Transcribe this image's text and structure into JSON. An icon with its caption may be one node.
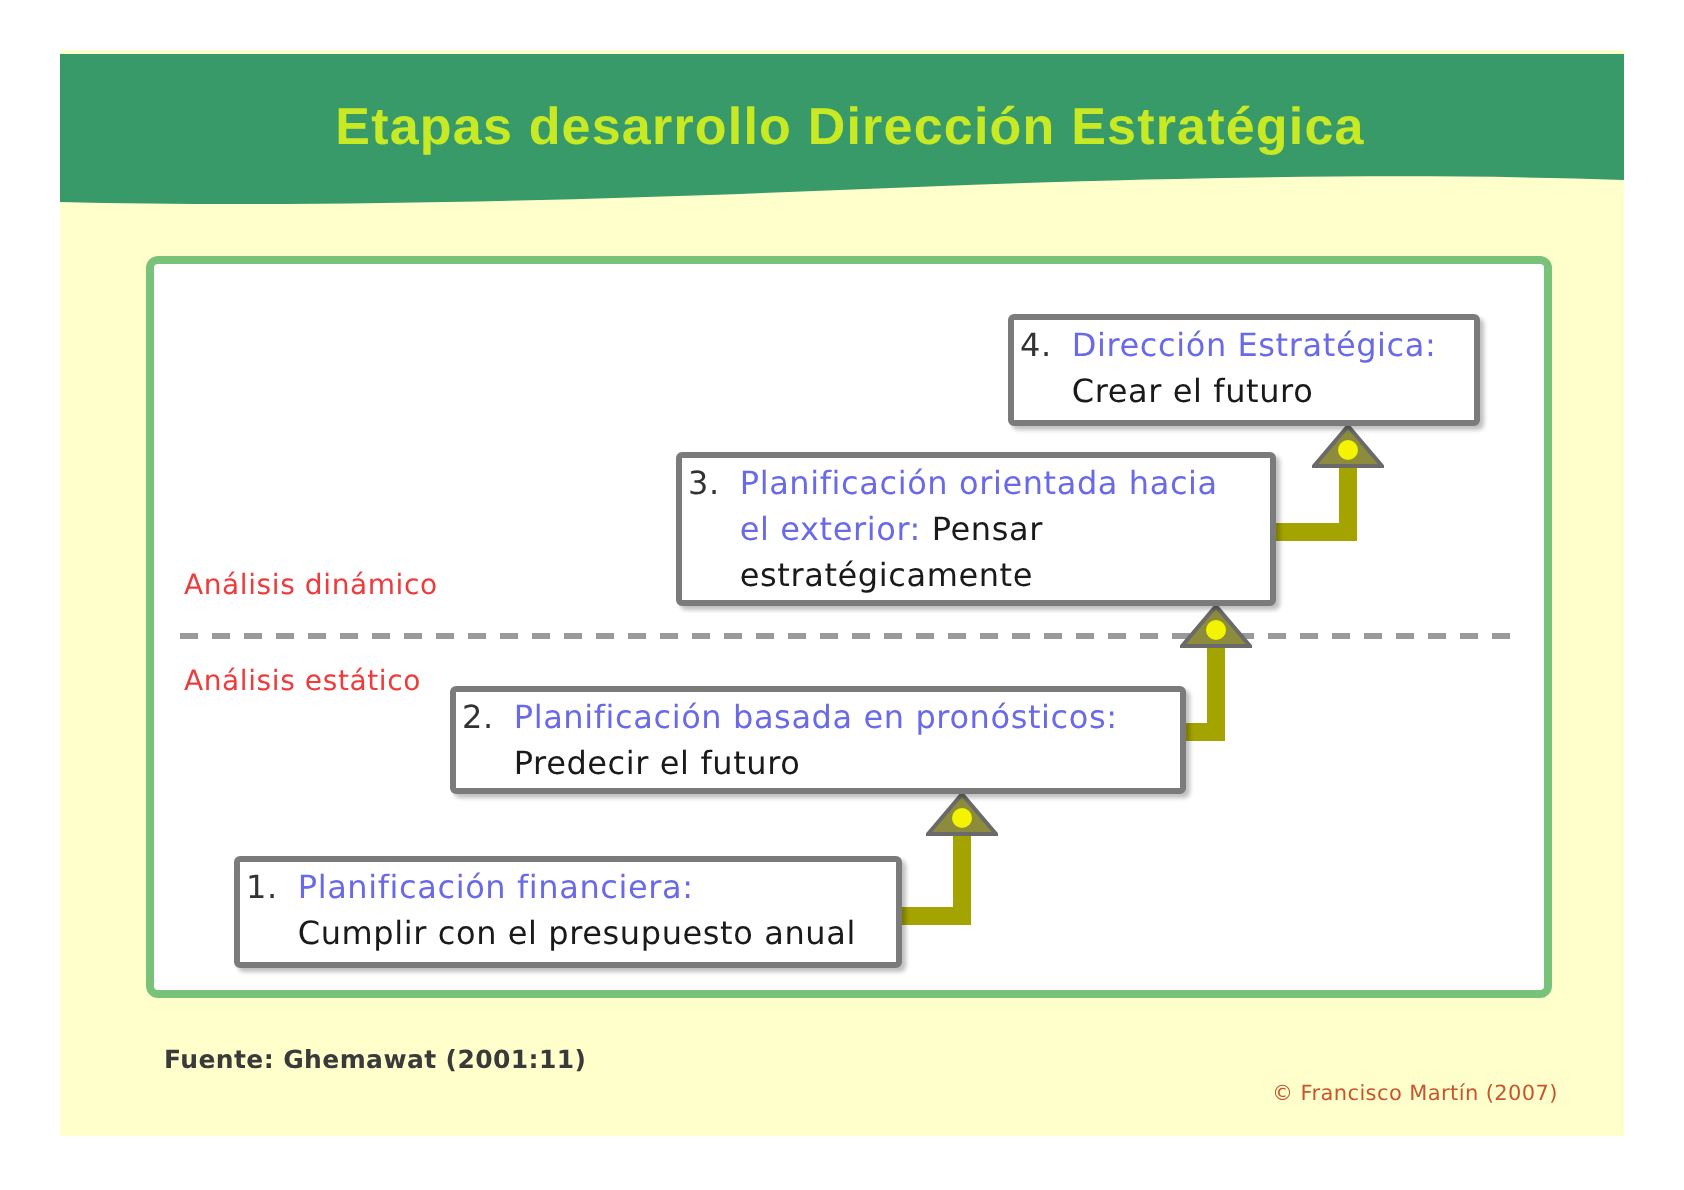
{
  "diagram": {
    "title": "Etapas desarrollo Dirección Estratégica",
    "nodes": [
      {
        "text": [
          "1.",
          "Planificación financiera:",
          "Cumplir con el presupuesto anual"
        ]
      },
      {
        "text": [
          "2.",
          "Planificación basada en pronósticos:",
          "Predecir el futuro"
        ]
      },
      {
        "text": [
          "3.",
          "Planificación orientada hacia el exterior:",
          "Pensar estratégicamente"
        ]
      },
      {
        "text": [
          "4.",
          "Dirección Estratégica:",
          "Crear el futuro"
        ]
      }
    ],
    "edges": [
      {
        "from": 0,
        "to": 1,
        "arrow": "to"
      },
      {
        "from": 1,
        "to": 2,
        "arrow": "to"
      },
      {
        "from": 2,
        "to": 3,
        "arrow": "to"
      }
    ],
    "labels": [
      "Análisis dinámico",
      "Análisis estático",
      "Fuente: Ghemawat (2001:11)",
      "© Francisco Martín (2007)"
    ]
  }
}
